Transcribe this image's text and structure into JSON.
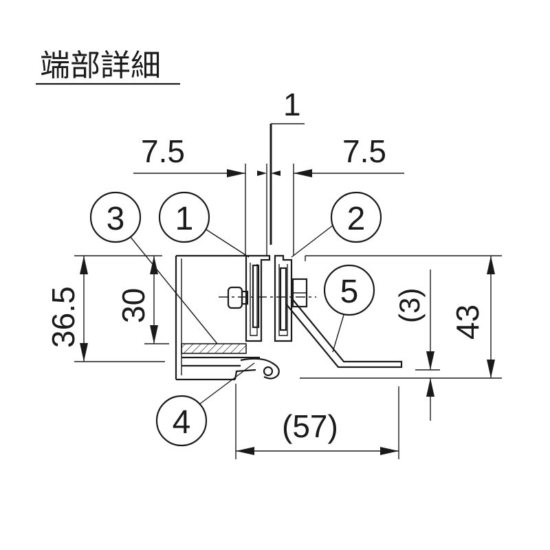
{
  "title": "端部詳細",
  "dimensions": {
    "gap_left": "7.5",
    "gap_right": "7.5",
    "center_label": "1",
    "height_left_outer": "36.5",
    "height_left_inner": "30",
    "height_right_small": "(3)",
    "height_right": "43",
    "width_bottom": "(57)"
  },
  "callouts": [
    {
      "id": "c1",
      "label": "1"
    },
    {
      "id": "c2",
      "label": "2"
    },
    {
      "id": "c3",
      "label": "3"
    },
    {
      "id": "c4",
      "label": "4"
    },
    {
      "id": "c5",
      "label": "5"
    }
  ],
  "colors": {
    "ink": "#1a1a1a",
    "background": "#ffffff"
  }
}
